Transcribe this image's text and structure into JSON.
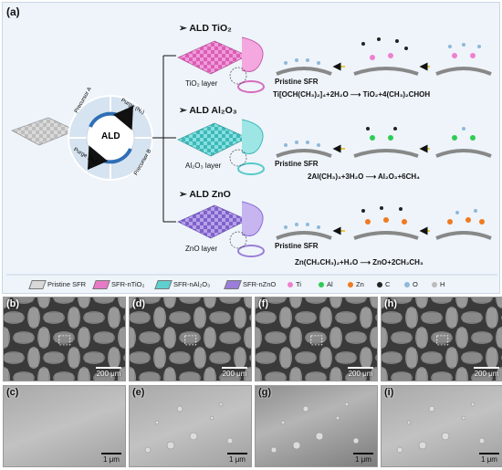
{
  "panel_a": {
    "label": "(a)",
    "cycle": {
      "center": "ALD",
      "precursor_a": "Precursor A",
      "purge_top": "Purge (N₂)",
      "precursor_b": "Precursor B",
      "purge_bottom": "Purge (N₂)"
    },
    "rows": [
      {
        "title": "ALD TiO₂",
        "layer": "TiO₂ layer",
        "pristine": "Pristine SFR",
        "equation": "Ti[OCH(CH₃)₂]₄+2H₂O ⟶ TiO₂+4(CH₃)₂CHOH",
        "color": "#e77ac7"
      },
      {
        "title": "ALD Al₂O₃",
        "layer": "Al₂O₃ layer",
        "pristine": "Pristine SFR",
        "equation": "2Al(CH₃)₃+3H₂O ⟶ Al₂O₃+6CH₄",
        "color": "#5fcfcf"
      },
      {
        "title": "ALD ZnO",
        "layer": "ZnO layer",
        "pristine": "Pristine SFR",
        "equation": "Zn(CH₂CH₃)₂+H₂O ⟶ ZnO+2CH₂CH₃",
        "color": "#9a7ed9"
      }
    ],
    "legend": [
      {
        "label": "Pristine SFR",
        "color": "#d8d8d8",
        "kind": "fabric"
      },
      {
        "label": "SFR-nTiO₂",
        "color": "#e77ac7",
        "kind": "fabric"
      },
      {
        "label": "SFR-nAl₂O₃",
        "color": "#5fcfcf",
        "kind": "fabric"
      },
      {
        "label": "SFR-nZnO",
        "color": "#9a7ed9",
        "kind": "fabric"
      },
      {
        "label": "Ti",
        "color": "#f07fd0",
        "kind": "dot"
      },
      {
        "label": "Al",
        "color": "#2ecc55",
        "kind": "dot"
      },
      {
        "label": "Zn",
        "color": "#f07a20",
        "kind": "dot"
      },
      {
        "label": "C",
        "color": "#222222",
        "kind": "dot"
      },
      {
        "label": "O",
        "color": "#8fb8d8",
        "kind": "dot"
      },
      {
        "label": "H",
        "color": "#bbbbbb",
        "kind": "dot"
      }
    ]
  },
  "sem_top": [
    {
      "label": "(b)",
      "scale": "200 μm"
    },
    {
      "label": "(d)",
      "scale": "200 μm"
    },
    {
      "label": "(f)",
      "scale": "200 μm"
    },
    {
      "label": "(h)",
      "scale": "200 μm"
    }
  ],
  "sem_bottom": [
    {
      "label": "(c)",
      "scale": "1 μm"
    },
    {
      "label": "(e)",
      "scale": "1 μm"
    },
    {
      "label": "(g)",
      "scale": "1 μm"
    },
    {
      "label": "(i)",
      "scale": "1 μm"
    }
  ]
}
